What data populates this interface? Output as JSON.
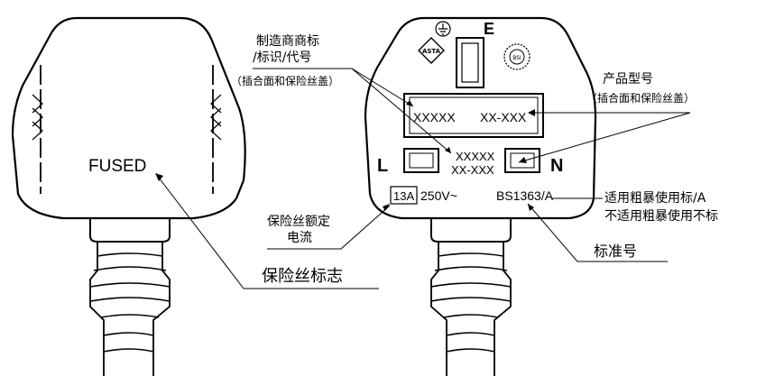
{
  "left_plug": {
    "cover_text": "FUSED",
    "callout_fuse_mark": "保险丝标志"
  },
  "right_plug": {
    "earth_pin_label": "E",
    "live_pin_label": "L",
    "neutral_pin_label": "N",
    "window_left_text": "XXXXX",
    "window_right_text": "XX-XXX",
    "pin_area_line1": "XXXXX",
    "pin_area_line2": "XX-XXX",
    "rating_box": "13A",
    "rating_voltage": "250V~",
    "standard_text": "BS1363/A",
    "asta_badge": "ASTA",
    "bsi_badge": "BSI"
  },
  "callouts": {
    "manufacturer_line1": "制造商商标",
    "manufacturer_line2": "/标识/代号",
    "manufacturer_line3": "（插合面和保险丝盖）",
    "model_line1": "产品型号",
    "model_line2": "（插合面和保险丝盖）",
    "fuse_rating_line1": "保险丝额定",
    "fuse_rating_line2": "电流",
    "rough_use_line1": "适用粗暴使用标/A",
    "rough_use_line2": "不适用粗暴使用不标",
    "standard_no": "标准号"
  }
}
